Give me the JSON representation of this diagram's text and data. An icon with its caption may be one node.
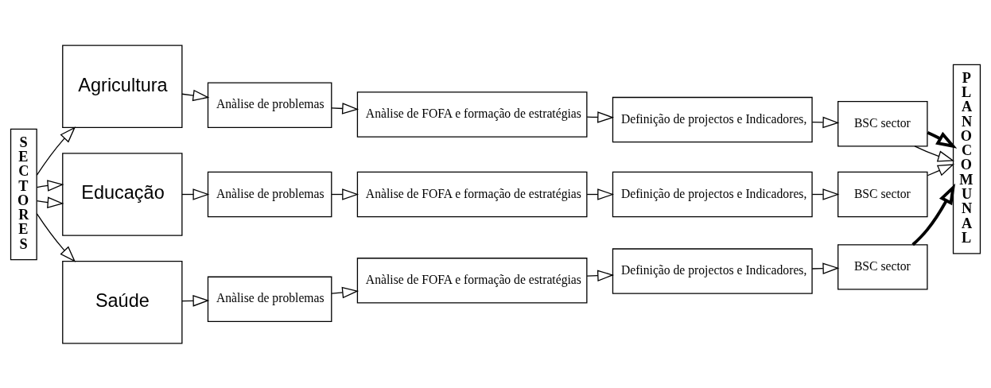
{
  "diagram": {
    "nodes": [
      {
        "text": [
          "SECTORES"
        ]
      },
      {
        "text": [
          "Agricultura"
        ]
      },
      {
        "text": [
          "Anàlise de problemas"
        ]
      },
      {
        "text": [
          "Anàlise de FOFA e formação de estratégias"
        ]
      },
      {
        "text": [
          "Definição de projectos e Indicadores,"
        ]
      },
      {
        "text": [
          "BSC sector"
        ]
      },
      {
        "text": [
          "Educação"
        ]
      },
      {
        "text": [
          "Anàlise de problemas"
        ]
      },
      {
        "text": [
          "Anàlise de FOFA e formação de estratégias"
        ]
      },
      {
        "text": [
          "Definição de projectos e Indicadores,"
        ]
      },
      {
        "text": [
          "BSC sector"
        ]
      },
      {
        "text": [
          "Saúde"
        ]
      },
      {
        "text": [
          "Anàlise de problemas"
        ]
      },
      {
        "text": [
          "Anàlise de FOFA e formação de estratégias"
        ]
      },
      {
        "text": [
          "Definição de projectos e Indicadores,"
        ]
      },
      {
        "text": [
          "BSC sector"
        ]
      },
      {
        "text": [
          "PLANO COMUNAL"
        ]
      }
    ],
    "edges": [
      {
        "from": 0,
        "to": 1,
        "arrow": "to"
      },
      {
        "from": 0,
        "to": 6,
        "arrow": "to"
      },
      {
        "from": 0,
        "to": 6,
        "arrow": "to"
      },
      {
        "from": 0,
        "to": 11,
        "arrow": "to"
      },
      {
        "from": 1,
        "to": 2,
        "arrow": "to"
      },
      {
        "from": 2,
        "to": 3,
        "arrow": "to"
      },
      {
        "from": 3,
        "to": 4,
        "arrow": "to"
      },
      {
        "from": 4,
        "to": 5,
        "arrow": "to"
      },
      {
        "from": 5,
        "to": 16,
        "arrow": "to"
      },
      {
        "from": 5,
        "to": 16,
        "arrow": "to",
        "style": "thick"
      },
      {
        "from": 6,
        "to": 7,
        "arrow": "to"
      },
      {
        "from": 7,
        "to": 8,
        "arrow": "to"
      },
      {
        "from": 8,
        "to": 9,
        "arrow": "to"
      },
      {
        "from": 9,
        "to": 10,
        "arrow": "to"
      },
      {
        "from": 10,
        "to": 16,
        "arrow": "to"
      },
      {
        "from": 11,
        "to": 12,
        "arrow": "to"
      },
      {
        "from": 12,
        "to": 13,
        "arrow": "to"
      },
      {
        "from": 13,
        "to": 14,
        "arrow": "to"
      },
      {
        "from": 14,
        "to": 15,
        "arrow": "to"
      },
      {
        "from": 15,
        "to": 16,
        "arrow": "to",
        "style": "thick"
      }
    ]
  }
}
